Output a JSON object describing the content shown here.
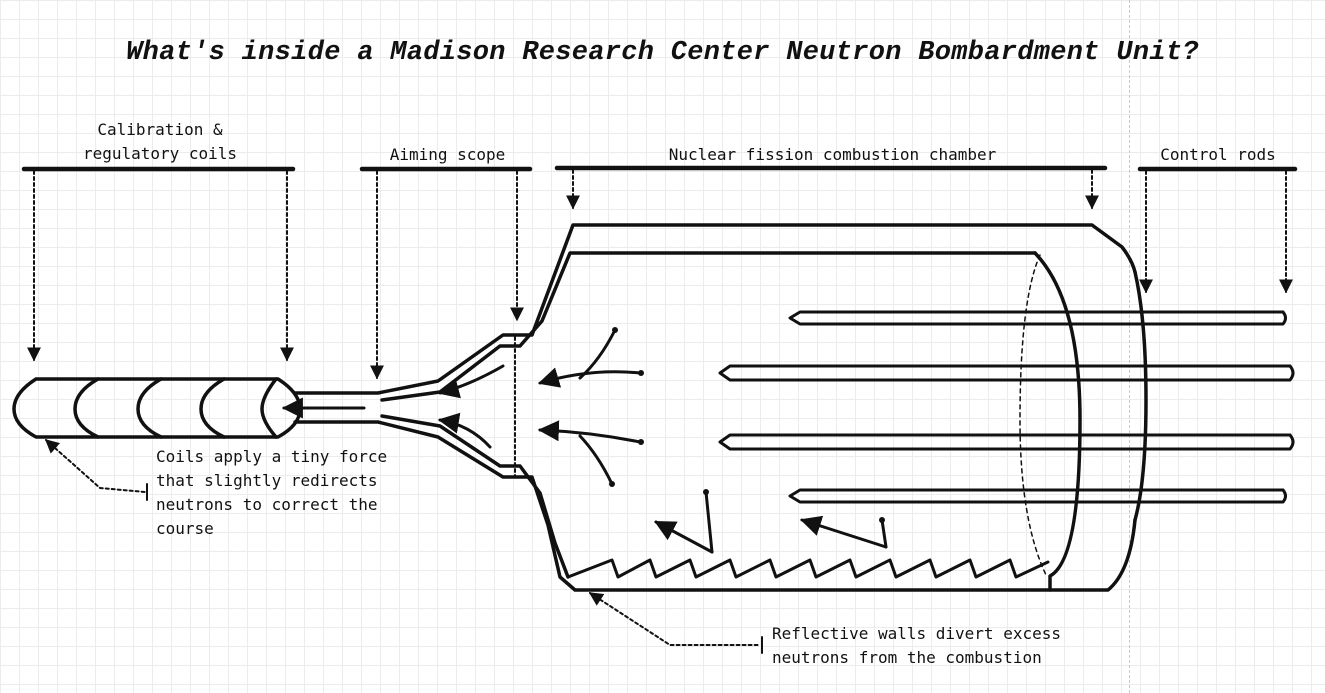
{
  "title": "What's inside a Madison Research Center Neutron Bombardment Unit?",
  "labels": {
    "coils": "Calibration &\nregulatory coils",
    "scope": "Aiming scope",
    "chamber": "Nuclear fission combustion chamber",
    "rods": "Control rods"
  },
  "notes": {
    "coils": "Coils apply a tiny force\nthat slightly redirects\nneutrons to correct the\ncourse",
    "walls": "Reflective walls divert excess\nneutrons from the combustion"
  },
  "colors": {
    "ink": "#111111",
    "grid": "#ececec"
  }
}
